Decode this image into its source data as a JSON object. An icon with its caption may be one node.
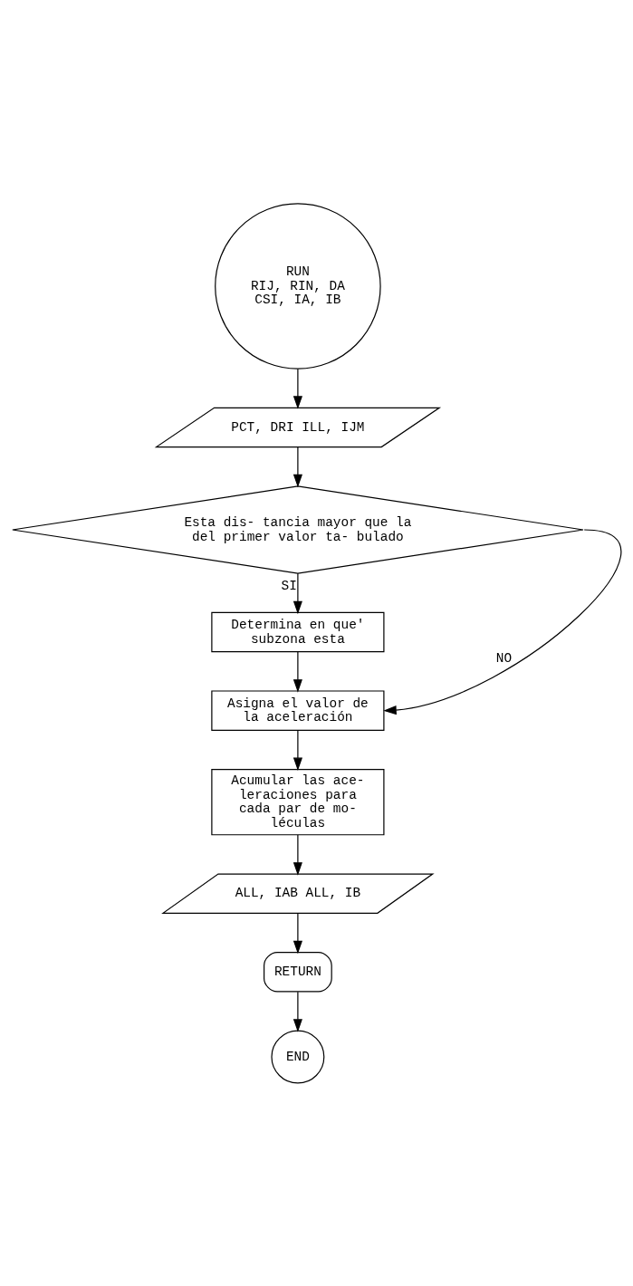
{
  "diagram": {
    "nodes": [
      {
        "text": [
          "RUN",
          "RIJ, RIN, DA CSI, IA, IB"
        ]
      },
      {
        "text": [
          "PCT, DRI ILL, IJM"
        ]
      },
      {
        "text": [
          "Esta dis- tancia mayor que la del primer valor ta- bulado"
        ]
      },
      {
        "text": [
          "Determina en que' subzona esta"
        ]
      },
      {
        "text": [
          "Asigna el valor de la aceleración"
        ]
      },
      {
        "text": [
          "Acumular las ace- leraciones para cada par de mo- léculas"
        ]
      },
      {
        "text": [
          "ALL, IAB ALL, IB"
        ]
      },
      {
        "text": [
          "RETURN"
        ]
      },
      {
        "text": [
          "END"
        ]
      }
    ],
    "edges": [
      {
        "from": 0,
        "to": 1,
        "arrow": "to"
      },
      {
        "from": 1,
        "to": 2,
        "arrow": "to"
      },
      {
        "from": 2,
        "to": 3,
        "arrow": "to",
        "label": "SI"
      },
      {
        "from": 2,
        "to": 4,
        "arrow": "to",
        "label": "NO"
      },
      {
        "from": 3,
        "to": 4,
        "arrow": "to"
      },
      {
        "from": 4,
        "to": 5,
        "arrow": "to"
      },
      {
        "from": 5,
        "to": 6,
        "arrow": "to"
      },
      {
        "from": 6,
        "to": 7,
        "arrow": "to"
      },
      {
        "from": 7,
        "to": 8,
        "arrow": "to"
      }
    ]
  }
}
